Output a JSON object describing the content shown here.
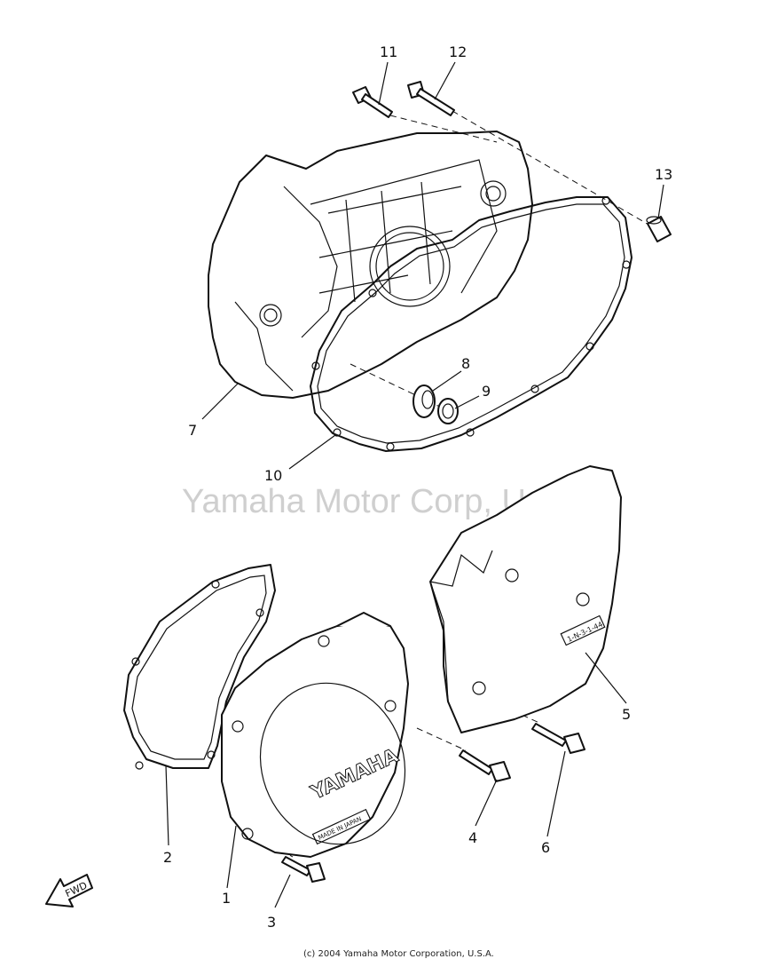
{
  "watermark": "Yamaha Motor Corp, U.S.A.",
  "copyright": "(c) 2004 Yamaha Motor Corporation, U.S.A.",
  "badge_text": "YAMAHA",
  "made_in_text": "MADE IN JAPAN",
  "part_number_text": "1-N-3-1-44",
  "fwd_text": "FWD",
  "callouts": {
    "c1": "1",
    "c2": "2",
    "c3": "3",
    "c4": "4",
    "c5": "5",
    "c6": "6",
    "c7": "7",
    "c8": "8",
    "c9": "9",
    "c10": "10",
    "c11": "11",
    "c12": "12",
    "c13": "13"
  }
}
